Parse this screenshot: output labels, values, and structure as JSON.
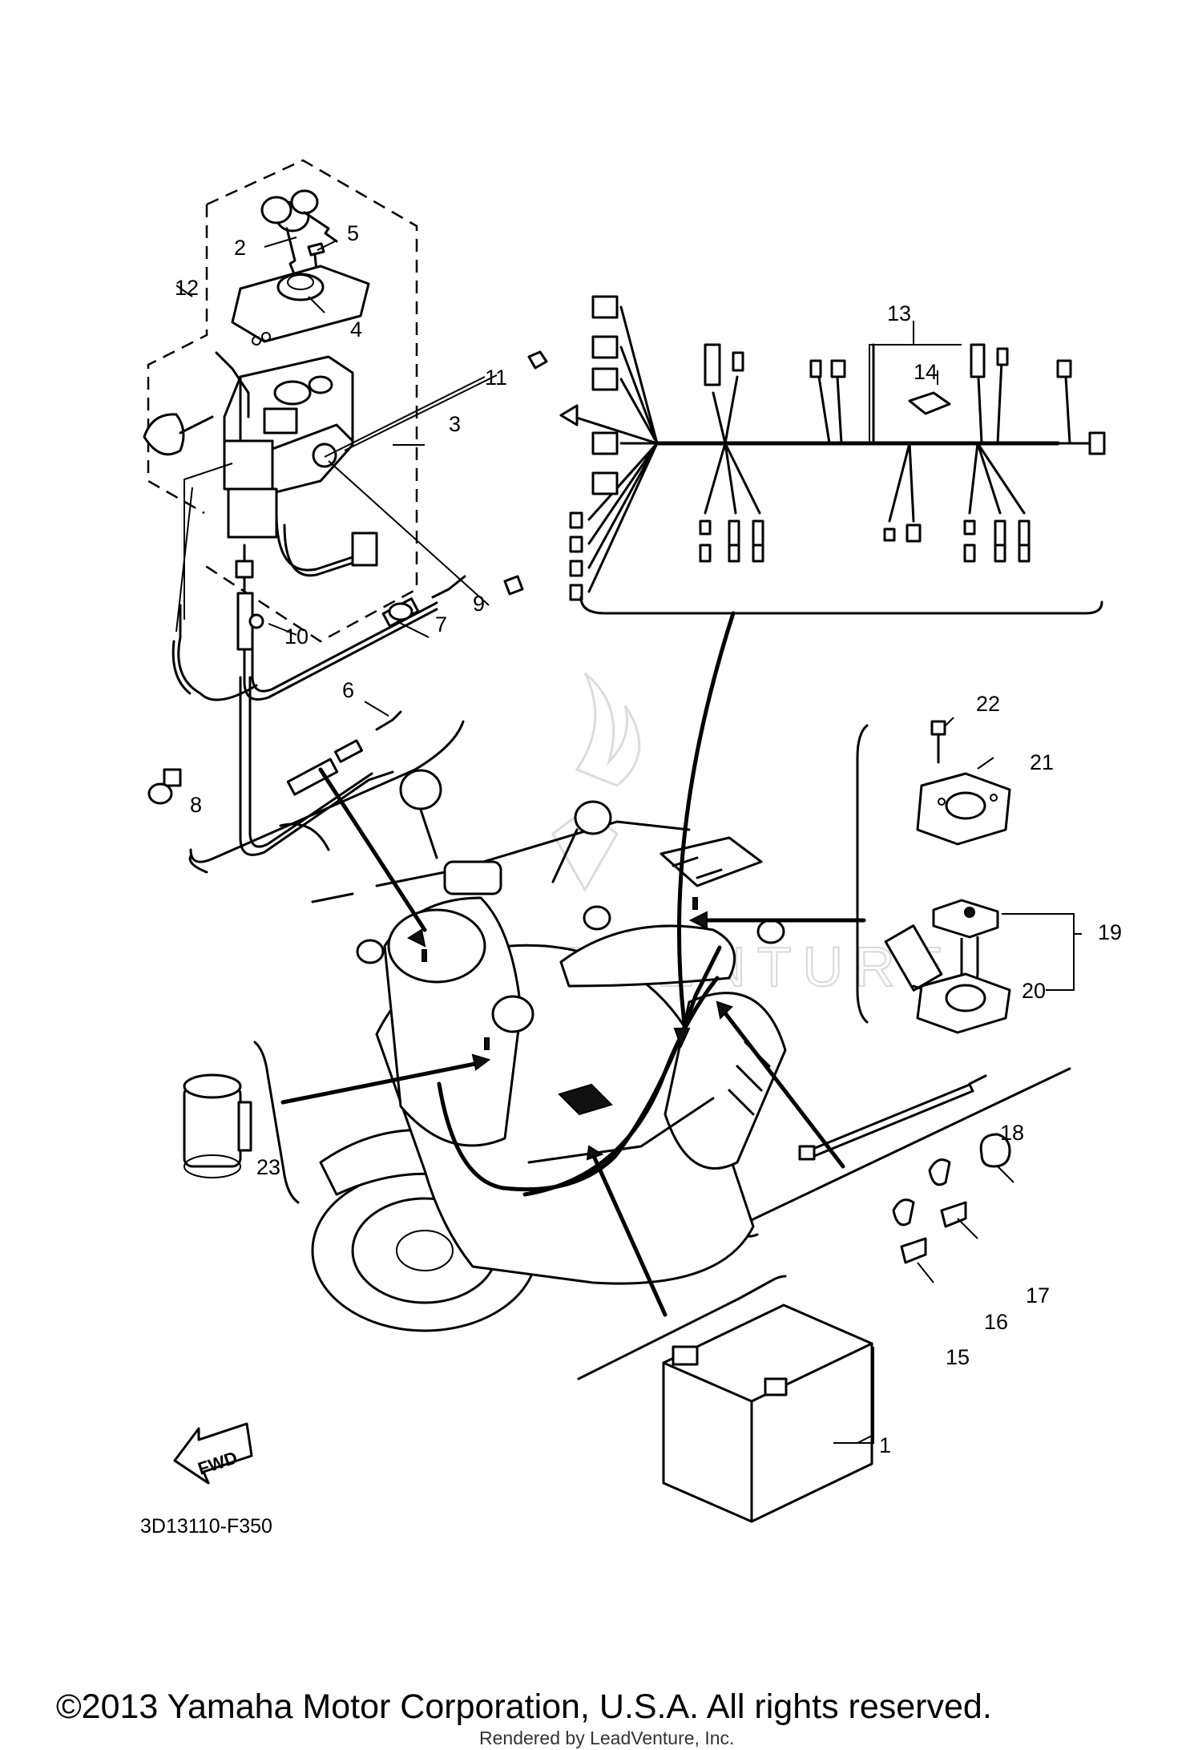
{
  "diagram": {
    "callouts": {
      "c1": "1",
      "c2": "2",
      "c3": "3",
      "c4": "4",
      "c5": "5",
      "c6": "6",
      "c7": "7",
      "c8": "8",
      "c9": "9",
      "c10": "10",
      "c11": "11",
      "c12": "12",
      "c13": "13",
      "c14": "14",
      "c15": "15",
      "c16": "16",
      "c17": "17",
      "c18": "18",
      "c19": "19",
      "c20": "20",
      "c21": "21",
      "c22": "22",
      "c23": "23"
    },
    "fwd_label": "FWD",
    "part_code": "3D13110-F350",
    "watermark": "LEADVENTURE"
  },
  "footer": {
    "copyright": "©2013 Yamaha Motor Corporation, U.S.A. All rights reserved.",
    "rendered_by": "Rendered by LeadVenture, Inc."
  }
}
